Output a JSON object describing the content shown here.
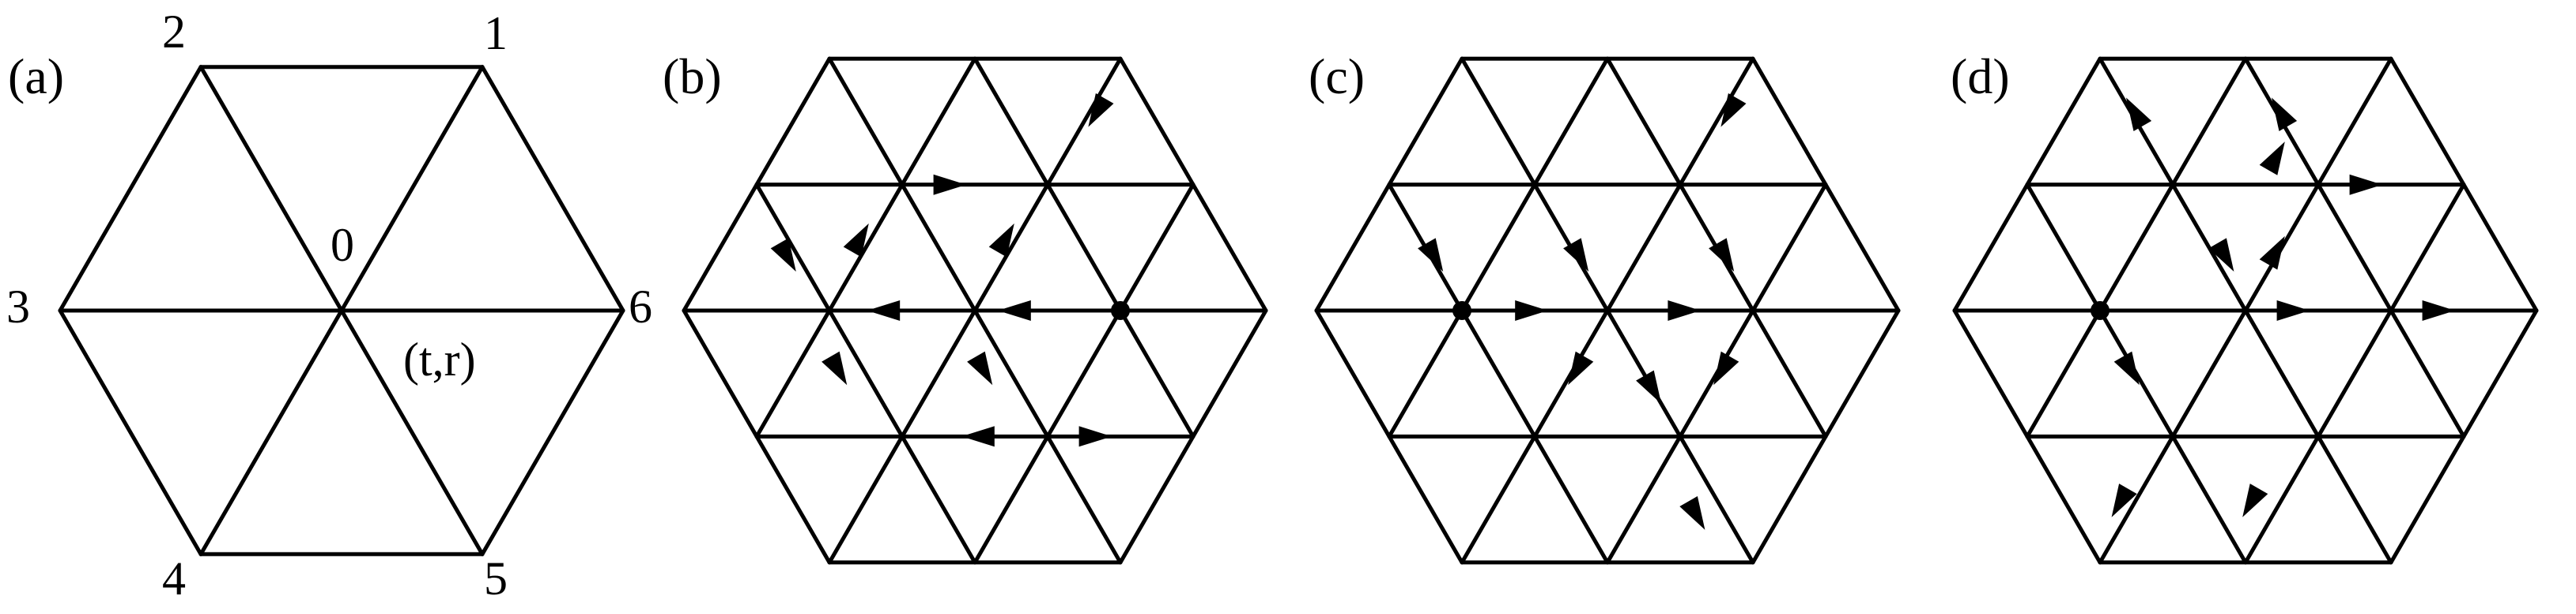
{
  "panels": [
    {
      "label": "(a)",
      "vertex_labels": [
        "1",
        "2",
        "3",
        "4",
        "5",
        "6"
      ],
      "center_label": "0",
      "edge_label": "(t,r)"
    },
    {
      "label": "(b)"
    },
    {
      "label": "(c)"
    },
    {
      "label": "(d)"
    }
  ]
}
